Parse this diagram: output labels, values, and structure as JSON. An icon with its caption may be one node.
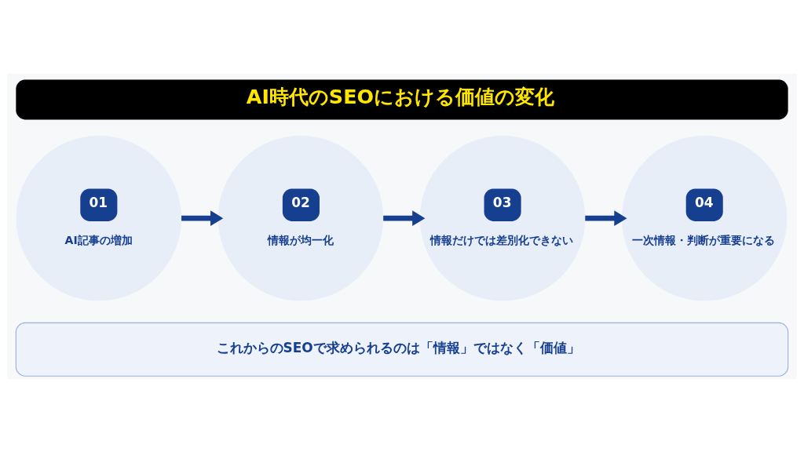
{
  "diagram": {
    "title": "AI時代のSEOにおける価値の変化",
    "nodes": [
      {
        "text": [
          "01",
          "AI記事の増加"
        ]
      },
      {
        "text": [
          "02",
          "情報が均一化"
        ]
      },
      {
        "text": [
          "03",
          "情報だけでは差別化できない"
        ]
      },
      {
        "text": [
          "04",
          "一次情報・判断が重要になる"
        ]
      },
      {
        "text": [
          "これからのSEOで求められるのは「情報」ではなく「価値」"
        ]
      }
    ],
    "edges": [
      {
        "from": 0,
        "to": 1,
        "arrow": "to"
      },
      {
        "from": 1,
        "to": 2,
        "arrow": "to"
      },
      {
        "from": 2,
        "to": 3,
        "arrow": "to"
      }
    ]
  }
}
